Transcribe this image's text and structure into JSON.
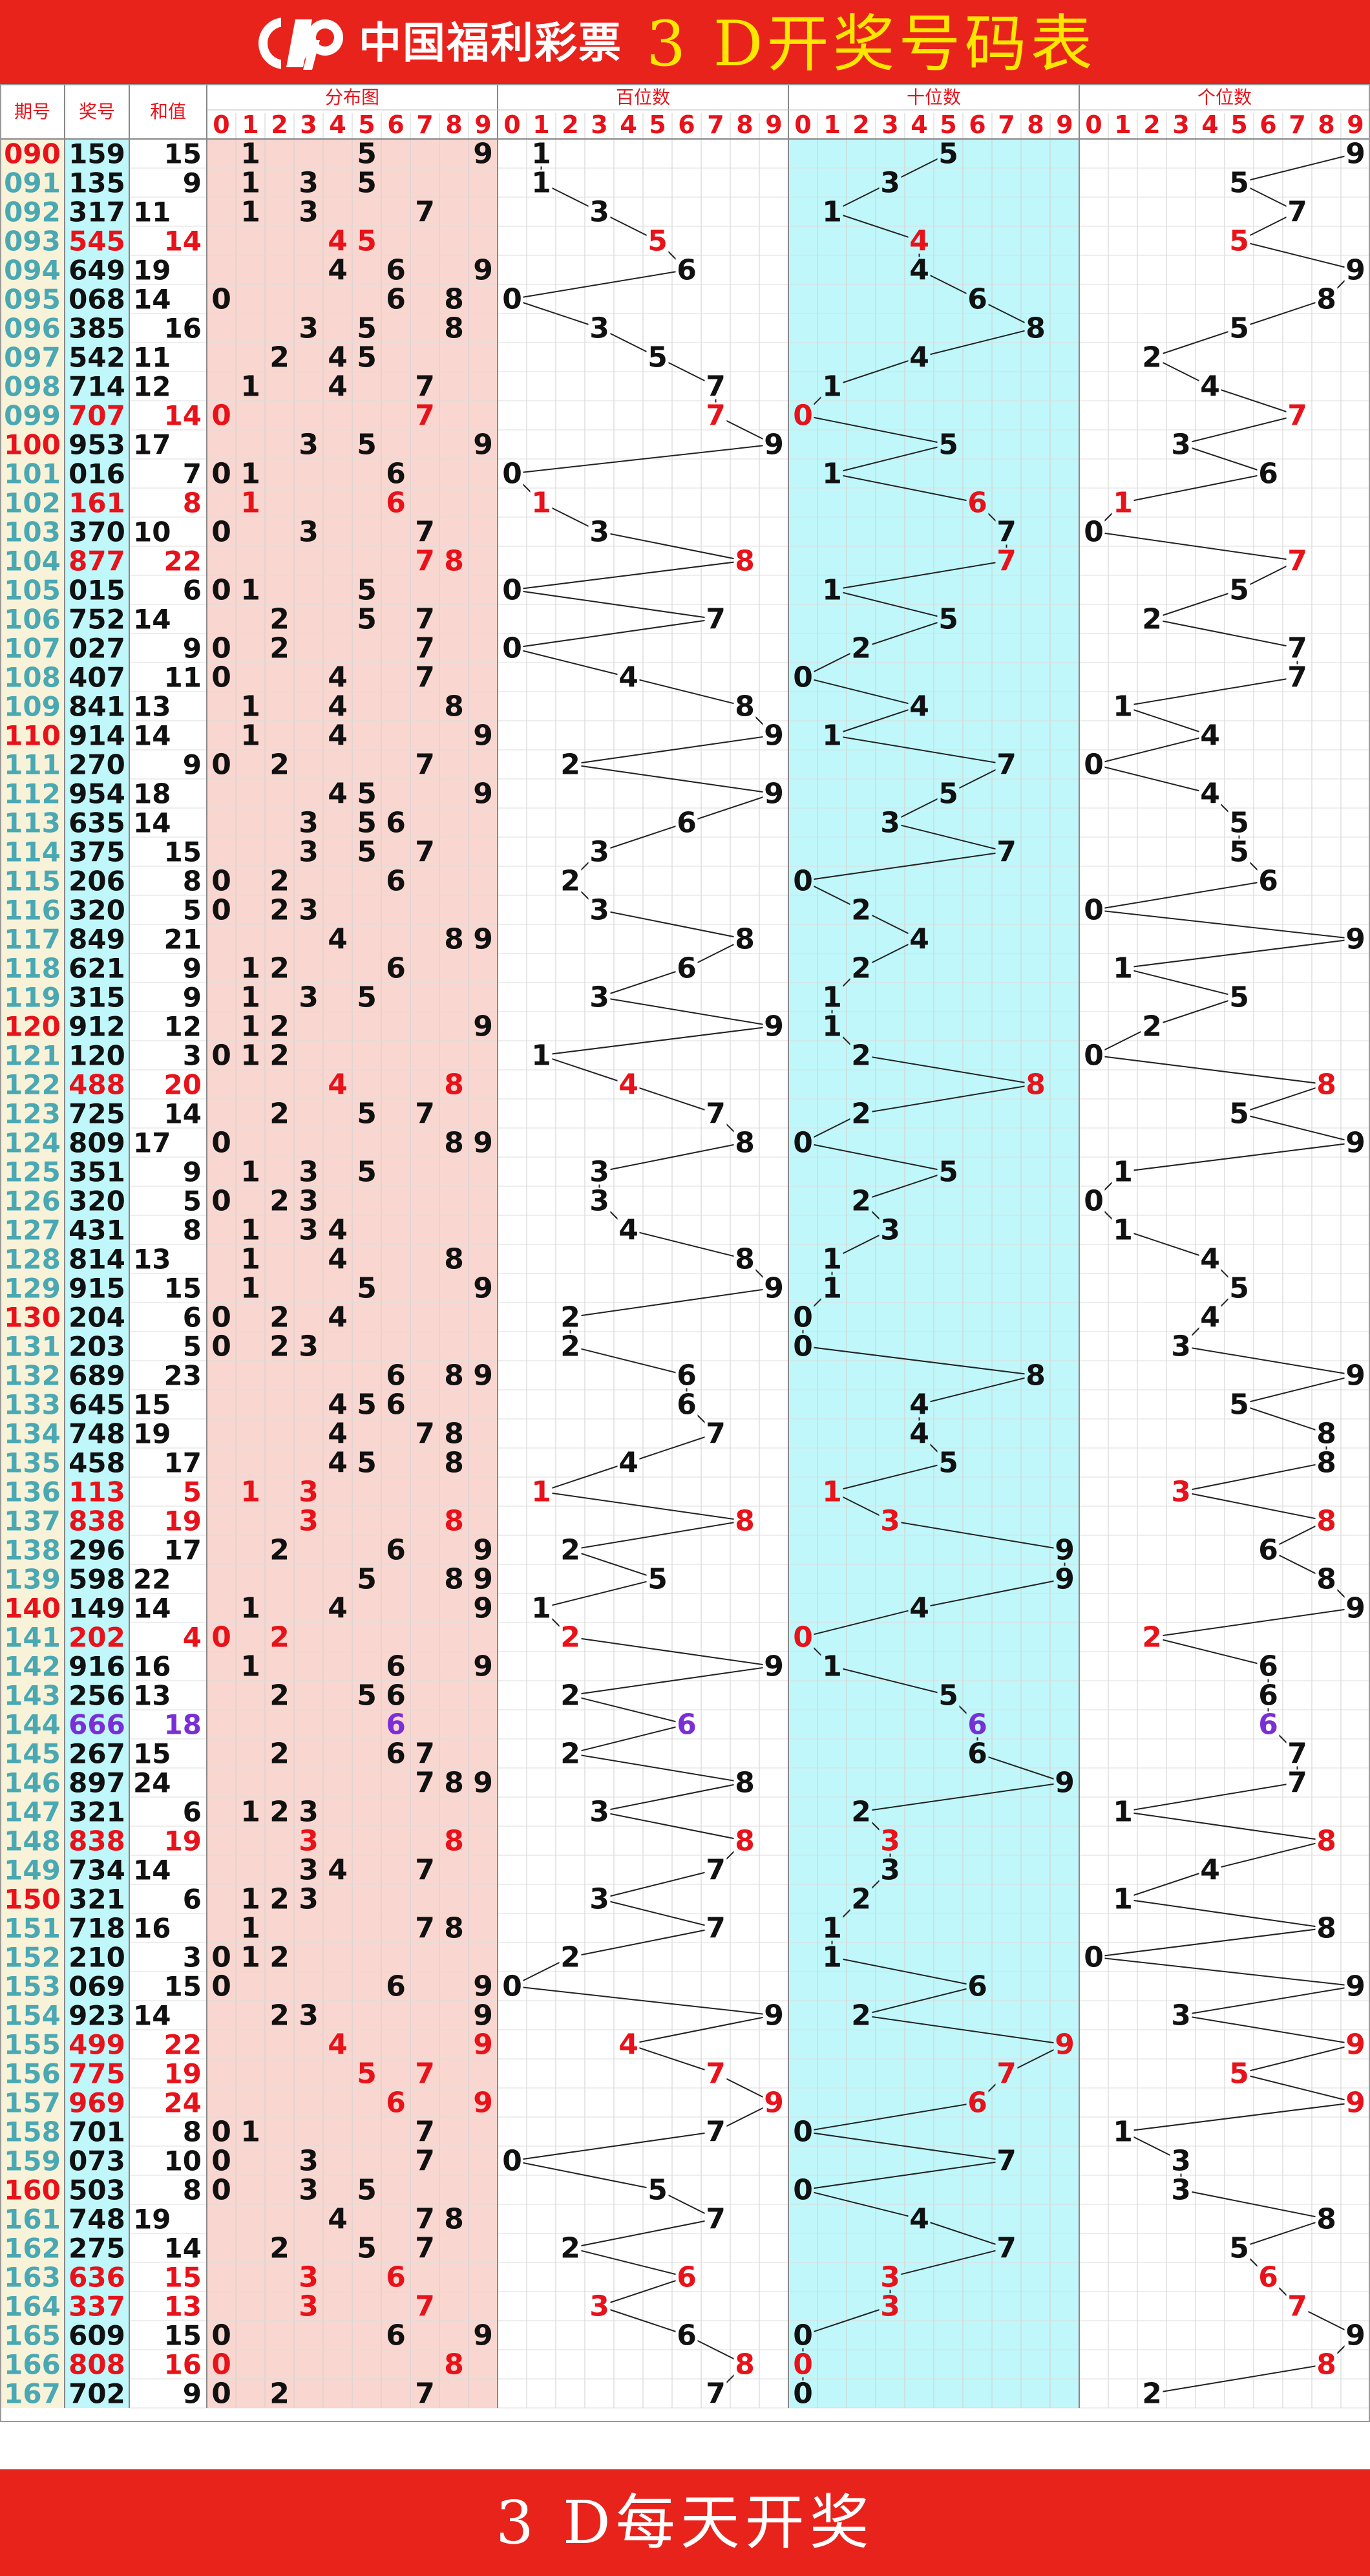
{
  "header": {
    "logo_text": "中国福利彩票",
    "title": "3 D开奖号码表"
  },
  "footer": {
    "text": "3 D每天开奖"
  },
  "colors": {
    "red": "#e8231c",
    "yellow": "#ffe600",
    "digit_black": "#111111",
    "digit_red": "#e8121a",
    "digit_purple": "#7a2fd6",
    "period_cyan": "#4aa8b3",
    "bg_period": "#f7f2d8",
    "bg_number": "#bff7fa",
    "bg_distribution": "#f9d7d0",
    "bg_tens": "#bff7fa"
  },
  "chart_data": {
    "type": "table",
    "columns": {
      "period": "期号",
      "number": "奖号",
      "sum": "和值",
      "distribution": "分布图",
      "hundreds": "百位数",
      "tens": "十位数",
      "units": "个位数"
    },
    "digit_scale": [
      "0",
      "1",
      "2",
      "3",
      "4",
      "5",
      "6",
      "7",
      "8",
      "9"
    ],
    "rows": [
      {
        "period": "090",
        "number": "159",
        "sum": 15
      },
      {
        "period": "091",
        "number": "135",
        "sum": 9
      },
      {
        "period": "092",
        "number": "317",
        "sum": 11
      },
      {
        "period": "093",
        "number": "545",
        "sum": 14
      },
      {
        "period": "094",
        "number": "649",
        "sum": 19
      },
      {
        "period": "095",
        "number": "068",
        "sum": 14
      },
      {
        "period": "096",
        "number": "385",
        "sum": 16
      },
      {
        "period": "097",
        "number": "542",
        "sum": 11
      },
      {
        "period": "098",
        "number": "714",
        "sum": 12
      },
      {
        "period": "099",
        "number": "707",
        "sum": 14
      },
      {
        "period": "100",
        "number": "953",
        "sum": 17
      },
      {
        "period": "101",
        "number": "016",
        "sum": 7
      },
      {
        "period": "102",
        "number": "161",
        "sum": 8
      },
      {
        "period": "103",
        "number": "370",
        "sum": 10
      },
      {
        "period": "104",
        "number": "877",
        "sum": 22
      },
      {
        "period": "105",
        "number": "015",
        "sum": 6
      },
      {
        "period": "106",
        "number": "752",
        "sum": 14
      },
      {
        "period": "107",
        "number": "027",
        "sum": 9
      },
      {
        "period": "108",
        "number": "407",
        "sum": 11
      },
      {
        "period": "109",
        "number": "841",
        "sum": 13
      },
      {
        "period": "110",
        "number": "914",
        "sum": 14
      },
      {
        "period": "111",
        "number": "270",
        "sum": 9
      },
      {
        "period": "112",
        "number": "954",
        "sum": 18
      },
      {
        "period": "113",
        "number": "635",
        "sum": 14
      },
      {
        "period": "114",
        "number": "375",
        "sum": 15
      },
      {
        "period": "115",
        "number": "206",
        "sum": 8
      },
      {
        "period": "116",
        "number": "320",
        "sum": 5
      },
      {
        "period": "117",
        "number": "849",
        "sum": 21
      },
      {
        "period": "118",
        "number": "621",
        "sum": 9
      },
      {
        "period": "119",
        "number": "315",
        "sum": 9
      },
      {
        "period": "120",
        "number": "912",
        "sum": 12
      },
      {
        "period": "121",
        "number": "120",
        "sum": 3
      },
      {
        "period": "122",
        "number": "488",
        "sum": 20
      },
      {
        "period": "123",
        "number": "725",
        "sum": 14
      },
      {
        "period": "124",
        "number": "809",
        "sum": 17
      },
      {
        "period": "125",
        "number": "351",
        "sum": 9
      },
      {
        "period": "126",
        "number": "320",
        "sum": 5
      },
      {
        "period": "127",
        "number": "431",
        "sum": 8
      },
      {
        "period": "128",
        "number": "814",
        "sum": 13
      },
      {
        "period": "129",
        "number": "915",
        "sum": 15
      },
      {
        "period": "130",
        "number": "204",
        "sum": 6
      },
      {
        "period": "131",
        "number": "203",
        "sum": 5
      },
      {
        "period": "132",
        "number": "689",
        "sum": 23
      },
      {
        "period": "133",
        "number": "645",
        "sum": 15
      },
      {
        "period": "134",
        "number": "748",
        "sum": 19
      },
      {
        "period": "135",
        "number": "458",
        "sum": 17
      },
      {
        "period": "136",
        "number": "113",
        "sum": 5
      },
      {
        "period": "137",
        "number": "838",
        "sum": 19
      },
      {
        "period": "138",
        "number": "296",
        "sum": 17
      },
      {
        "period": "139",
        "number": "598",
        "sum": 22
      },
      {
        "period": "140",
        "number": "149",
        "sum": 14
      },
      {
        "period": "141",
        "number": "202",
        "sum": 4
      },
      {
        "period": "142",
        "number": "916",
        "sum": 16
      },
      {
        "period": "143",
        "number": "256",
        "sum": 13
      },
      {
        "period": "144",
        "number": "666",
        "sum": 18
      },
      {
        "period": "145",
        "number": "267",
        "sum": 15
      },
      {
        "period": "146",
        "number": "897",
        "sum": 24
      },
      {
        "period": "147",
        "number": "321",
        "sum": 6
      },
      {
        "period": "148",
        "number": "838",
        "sum": 19
      },
      {
        "period": "149",
        "number": "734",
        "sum": 14
      },
      {
        "period": "150",
        "number": "321",
        "sum": 6
      },
      {
        "period": "151",
        "number": "718",
        "sum": 16
      },
      {
        "period": "152",
        "number": "210",
        "sum": 3
      },
      {
        "period": "153",
        "number": "069",
        "sum": 15
      },
      {
        "period": "154",
        "number": "923",
        "sum": 14
      },
      {
        "period": "155",
        "number": "499",
        "sum": 22
      },
      {
        "period": "156",
        "number": "775",
        "sum": 19
      },
      {
        "period": "157",
        "number": "969",
        "sum": 24
      },
      {
        "period": "158",
        "number": "701",
        "sum": 8
      },
      {
        "period": "159",
        "number": "073",
        "sum": 10
      },
      {
        "period": "160",
        "number": "503",
        "sum": 8
      },
      {
        "period": "161",
        "number": "748",
        "sum": 19
      },
      {
        "period": "162",
        "number": "275",
        "sum": 14
      },
      {
        "period": "163",
        "number": "636",
        "sum": 15
      },
      {
        "period": "164",
        "number": "337",
        "sum": 13
      },
      {
        "period": "165",
        "number": "609",
        "sum": 15
      },
      {
        "period": "166",
        "number": "808",
        "sum": 16
      },
      {
        "period": "167",
        "number": "702",
        "sum": 9
      }
    ]
  }
}
